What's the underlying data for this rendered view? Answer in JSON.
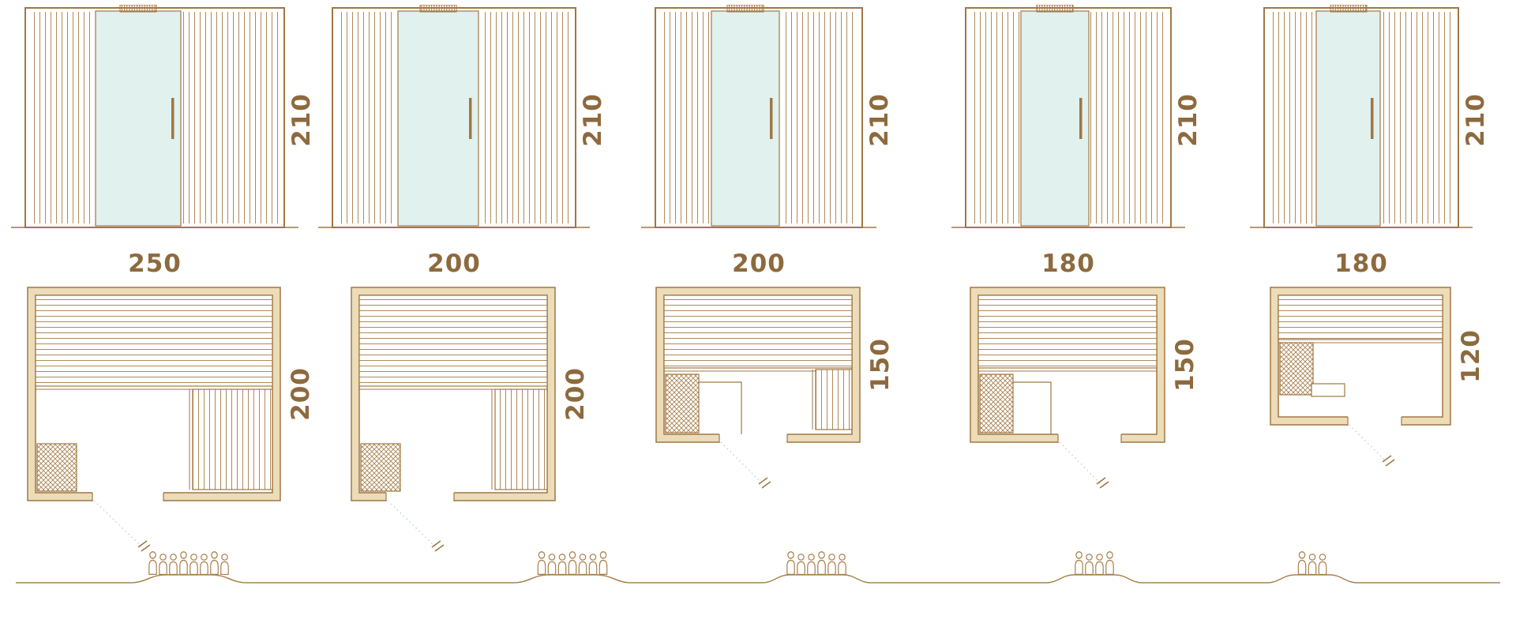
{
  "diagram": {
    "subject": "sauna-cabin-size-chart",
    "unit": "cm"
  },
  "colors": {
    "line": "#a07744",
    "slat": "#b08a58",
    "wall_fill": "#ecdcb8",
    "glass": "#e0f1ee",
    "label": "#8d6a3e",
    "door_swing": "#b9d4ca"
  },
  "models": [
    {
      "elevation_height": "210",
      "plan_width": "250",
      "plan_depth": "200",
      "capacity": 8
    },
    {
      "elevation_height": "210",
      "plan_width": "200",
      "plan_depth": "200",
      "capacity": 7
    },
    {
      "elevation_height": "210",
      "plan_width": "200",
      "plan_depth": "150",
      "capacity": 6
    },
    {
      "elevation_height": "210",
      "plan_width": "180",
      "plan_depth": "150",
      "capacity": 4
    },
    {
      "elevation_height": "210",
      "plan_width": "180",
      "plan_depth": "120",
      "capacity": 3
    }
  ]
}
